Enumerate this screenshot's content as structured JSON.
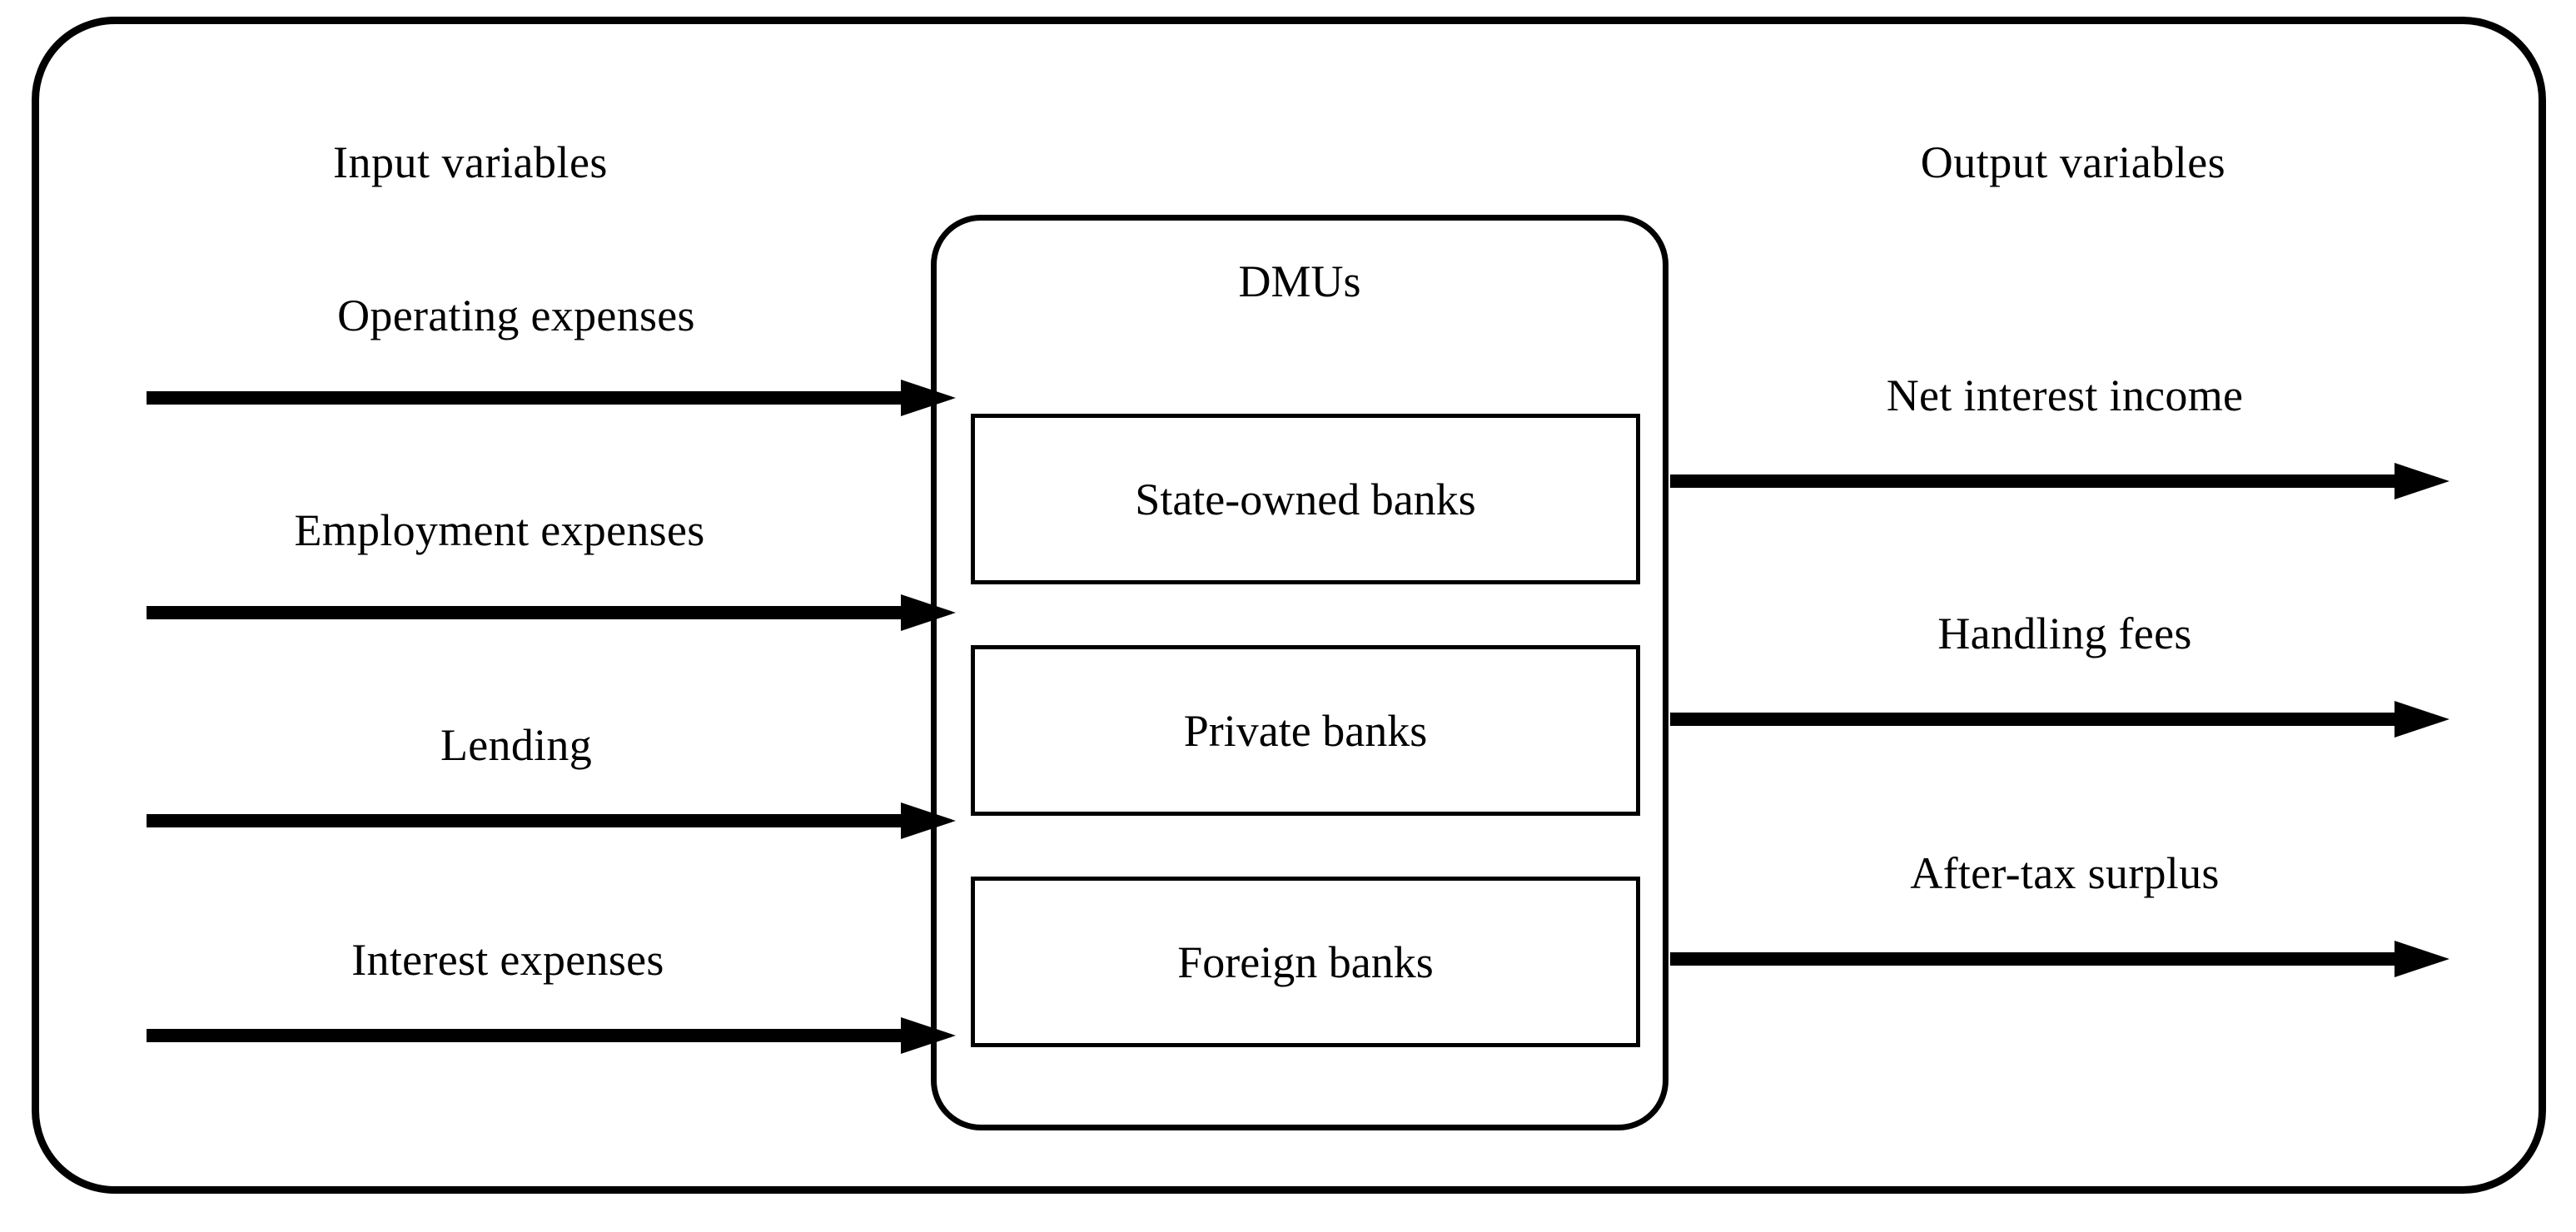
{
  "figure": {
    "type": "flow-diagram",
    "description": "DEA input-output flow diagram for bank decision making units",
    "stroke_color": "#000000",
    "background_color": "#ffffff"
  },
  "headings": {
    "input": "Input variables",
    "output": "Output variables"
  },
  "inputs": [
    {
      "label": "Operating expenses",
      "arrow": "right-arrow-icon"
    },
    {
      "label": "Employment expenses",
      "arrow": "right-arrow-icon"
    },
    {
      "label": "Lending",
      "arrow": "right-arrow-icon"
    },
    {
      "label": "Interest expenses",
      "arrow": "right-arrow-icon"
    }
  ],
  "outputs": [
    {
      "label": "Net interest income",
      "arrow": "right-arrow-icon"
    },
    {
      "label": "Handling fees",
      "arrow": "right-arrow-icon"
    },
    {
      "label": "After-tax surplus",
      "arrow": "right-arrow-icon"
    }
  ],
  "dmu": {
    "title": "DMUs",
    "units": [
      {
        "label": "State-owned banks"
      },
      {
        "label": "Private banks"
      },
      {
        "label": "Foreign banks"
      }
    ]
  }
}
